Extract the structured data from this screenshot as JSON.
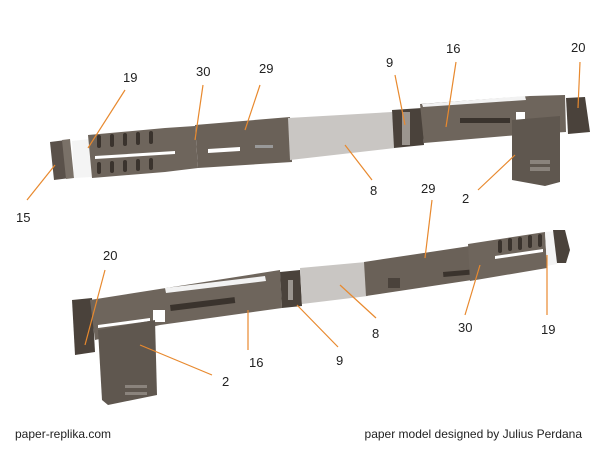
{
  "top_assembly": {
    "labels": {
      "p15": "15",
      "p19": "19",
      "p30": "30",
      "p29": "29",
      "p9": "9",
      "p16": "16",
      "p20": "20",
      "p8": "8",
      "p2": "2"
    }
  },
  "bottom_assembly": {
    "labels": {
      "p20": "20",
      "p16": "16",
      "p9": "9",
      "p8": "8",
      "p30": "30",
      "p19": "19",
      "p29": "29",
      "p2": "2"
    }
  },
  "footer": {
    "site": "paper-replika.com",
    "credit": "paper model designed by Julius Perdana"
  },
  "colors": {
    "body": "#6e655c",
    "dark": "#4a423b",
    "tube": "#c9c6c3",
    "callout": "#e8892e"
  }
}
